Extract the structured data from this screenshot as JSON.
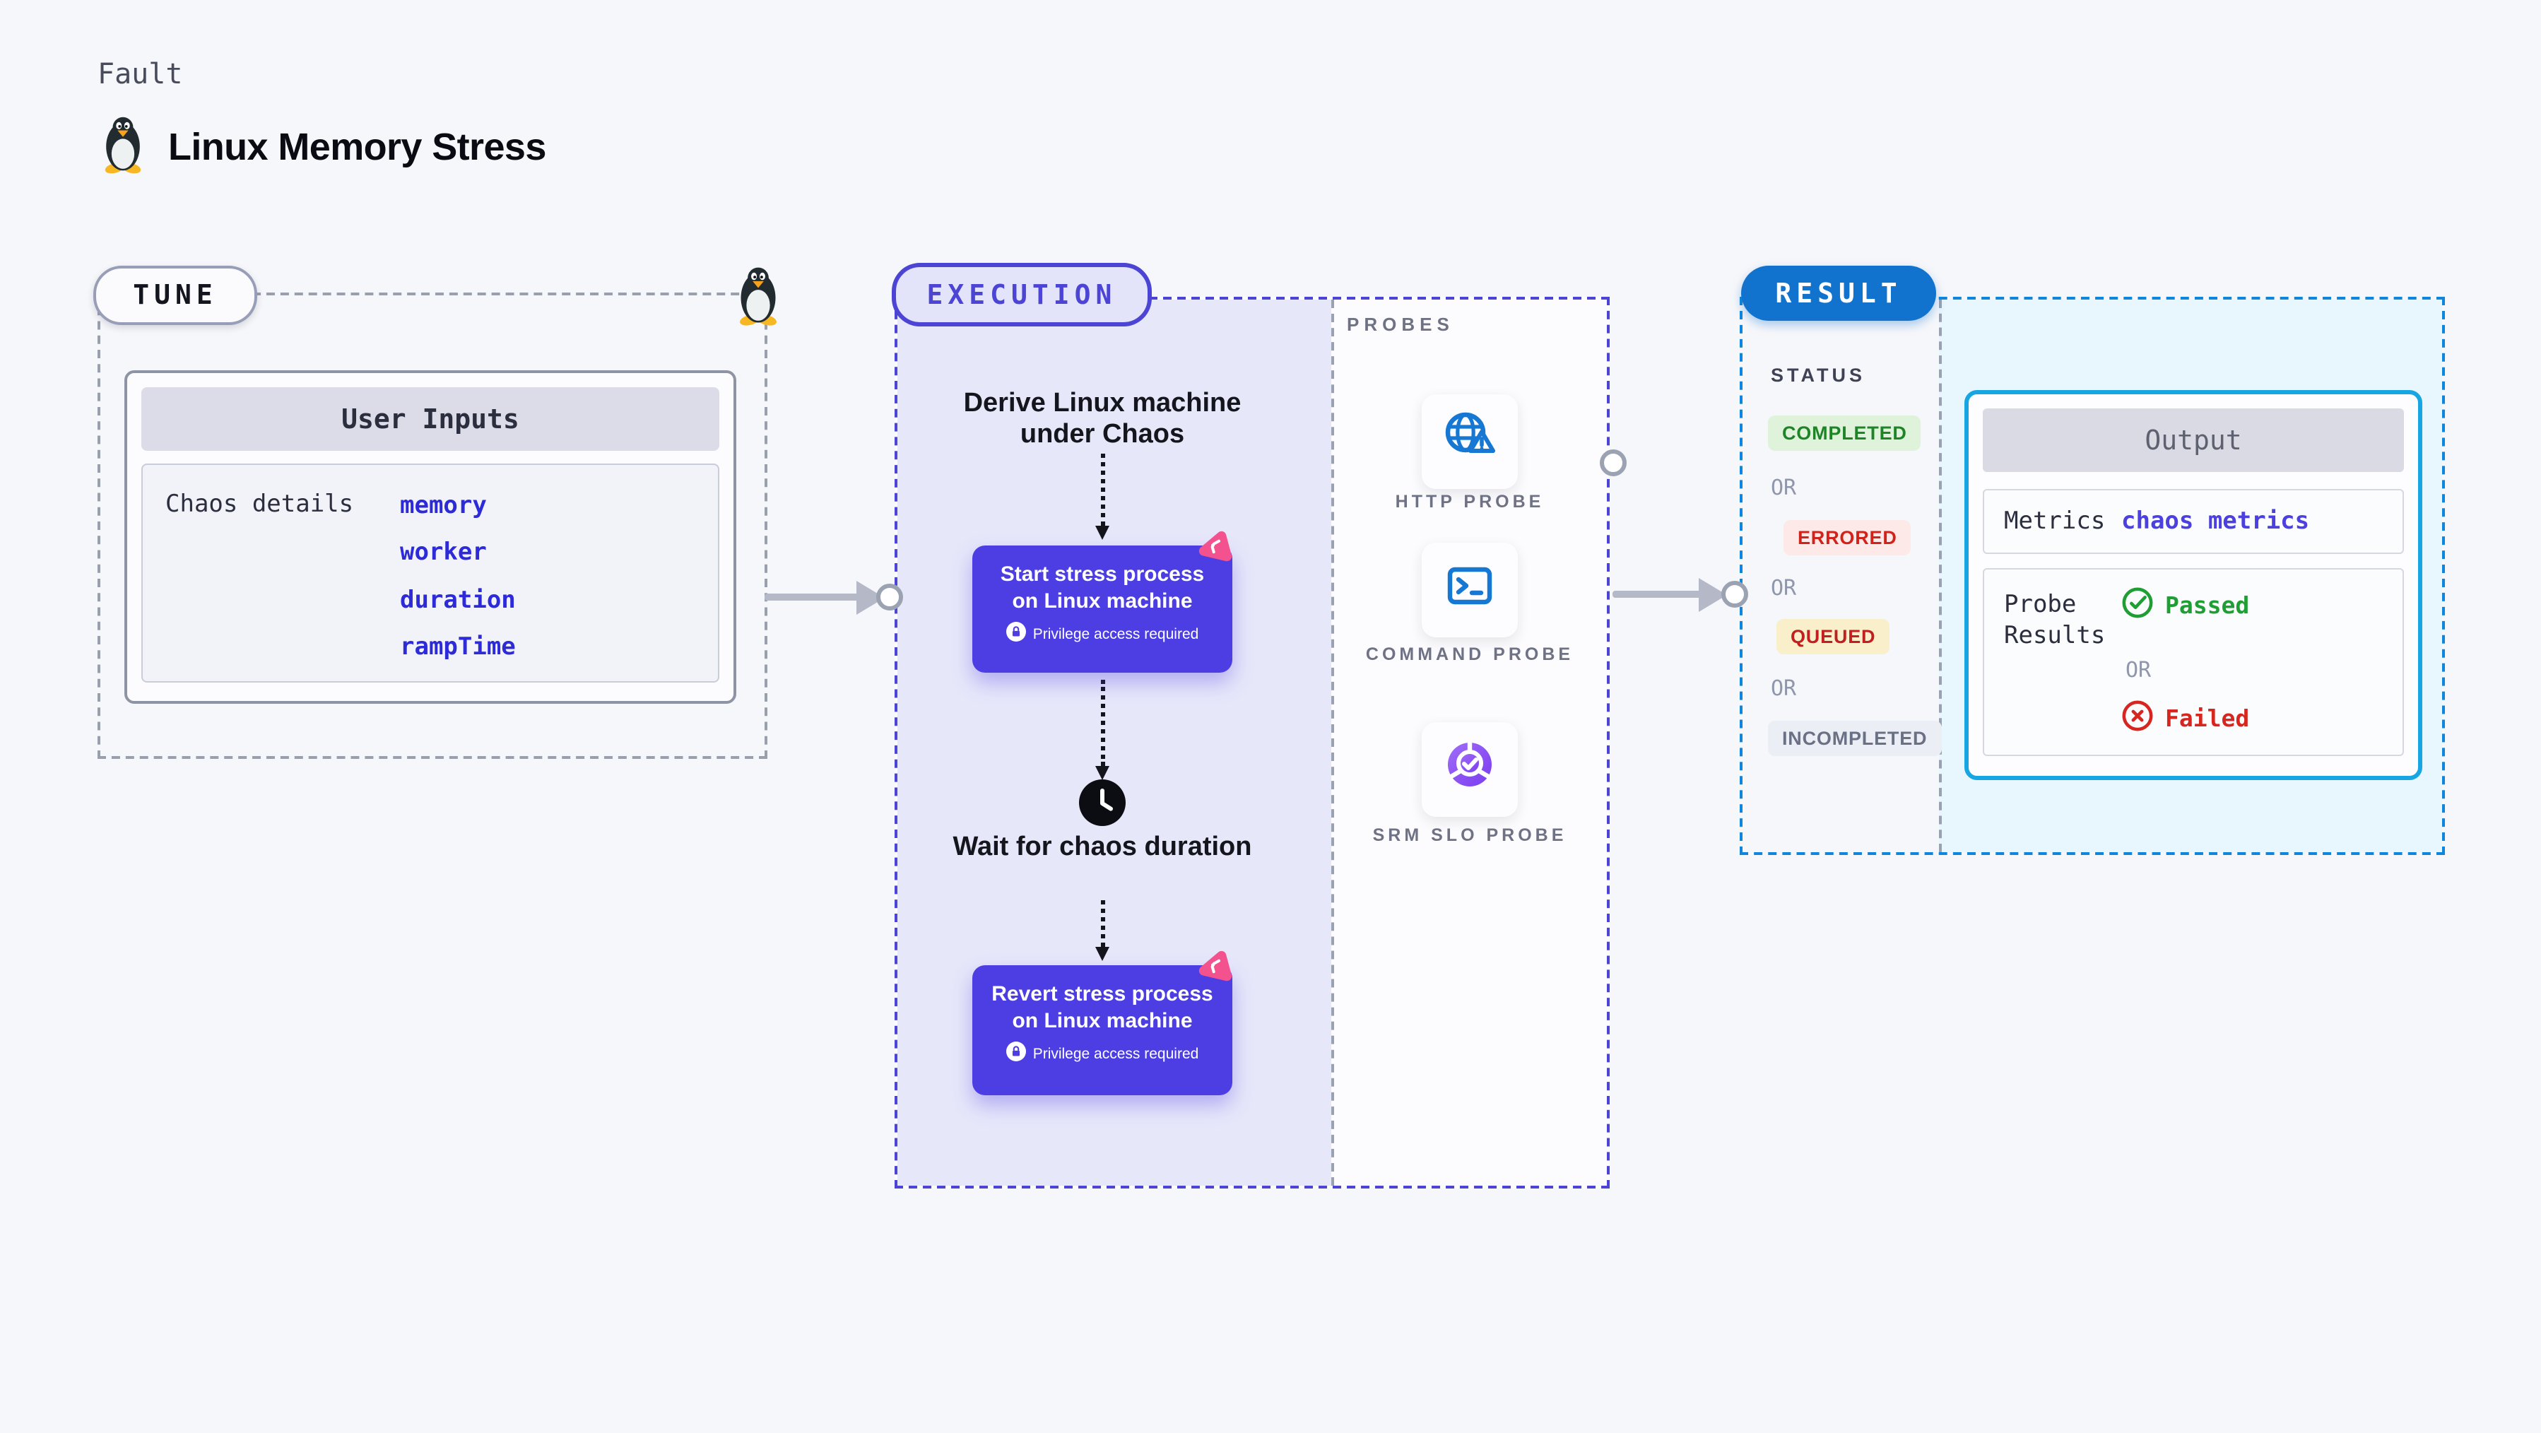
{
  "header": {
    "kind": "Fault",
    "title": "Linux Memory Stress",
    "title_icon": "tux-penguin-icon"
  },
  "tune": {
    "badge": "TUNE",
    "corner_icon": "tux-penguin-icon",
    "card": {
      "header": "User Inputs",
      "row_label": "Chaos details",
      "inputs": [
        "memory",
        "worker",
        "duration",
        "rampTime"
      ]
    }
  },
  "execution": {
    "badge": "EXECUTION",
    "steps": {
      "derive": "Derive Linux machine under Chaos",
      "start": "Start stress process on Linux machine",
      "start_note": "Privilege access required",
      "wait": "Wait for chaos duration",
      "revert": "Revert stress process on Linux machine",
      "revert_note": "Privilege access required"
    }
  },
  "probes": {
    "label": "PROBES",
    "items": [
      {
        "name": "HTTP PROBE",
        "icon": "globe-alert-icon"
      },
      {
        "name": "COMMAND PROBE",
        "icon": "terminal-icon"
      },
      {
        "name": "SRM SLO PROBE",
        "icon": "slo-pie-check-icon"
      }
    ]
  },
  "result": {
    "badge": "RESULT",
    "status_heading": "STATUS",
    "or_label": "OR",
    "statuses": [
      {
        "label": "COMPLETED",
        "bg": "#def3da",
        "text": "#1e8427"
      },
      {
        "label": "ERRORED",
        "bg": "#fdeae8",
        "text": "#d2231b"
      },
      {
        "label": "QUEUED",
        "bg": "#f9efca",
        "text": "#c02020"
      },
      {
        "label": "INCOMPLETED",
        "bg": "#eceef5",
        "text": "#6b7184"
      }
    ],
    "output": {
      "header": "Output",
      "metrics_label": "Metrics",
      "metrics_value": "chaos metrics",
      "probe_results_label": "Probe Results",
      "passed": "Passed",
      "failed": "Failed"
    }
  },
  "colors": {
    "page_bg": "#f6f7fa",
    "tune_border": "#99a0ad",
    "execution_accent": "#4b44d4",
    "execution_bg": "#e7e7fa",
    "node_bg": "#4c3ee2",
    "node_text": "#ffffff",
    "pink_corner_icon": "#f4528e",
    "probe_icon_blue": "#1678d3",
    "srm_gradient_start": "#a06ef7",
    "srm_gradient_end": "#7a3bf0",
    "result_accent": "#0f86dc",
    "result_pill_bg": "#1173cd",
    "result_pane_bg": "#e8f6fd",
    "input_link_text": "#2d2ad8",
    "metrics_value_text": "#4b40e0",
    "passed_green": "#1e9e33",
    "failed_red": "#d6261f",
    "arrow_gray": "#b5b8c6"
  }
}
